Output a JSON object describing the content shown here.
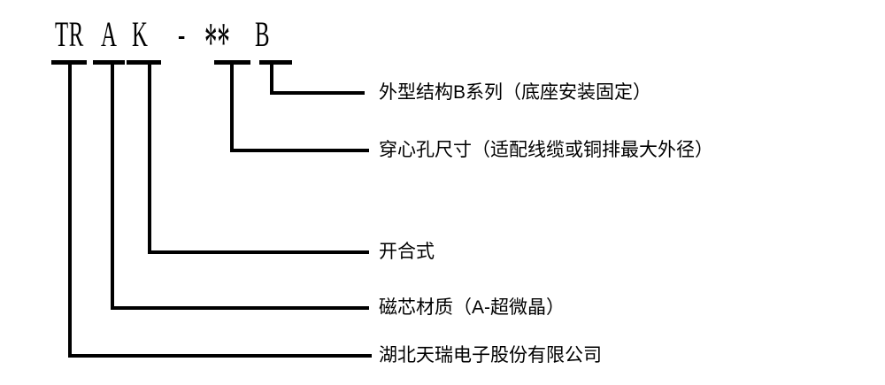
{
  "diagram": {
    "code": {
      "full": "TR A K - ** B",
      "segments": [
        "TR",
        "A",
        "K",
        "-",
        "**",
        "B"
      ]
    },
    "legend": [
      {
        "code": "B",
        "label": "外型结构B系列（底座安装固定）"
      },
      {
        "code": "**",
        "label": "穿心孔尺寸（适配线缆或铜排最大外径）"
      },
      {
        "code": "K",
        "label": "开合式"
      },
      {
        "code": "A",
        "label": "磁芯材质（A-超微晶）"
      },
      {
        "code": "TR",
        "label": "湖北天瑞电子股份有限公司"
      }
    ],
    "colors": {
      "line": "#000000",
      "text": "#000000",
      "background": "#ffffff"
    }
  }
}
